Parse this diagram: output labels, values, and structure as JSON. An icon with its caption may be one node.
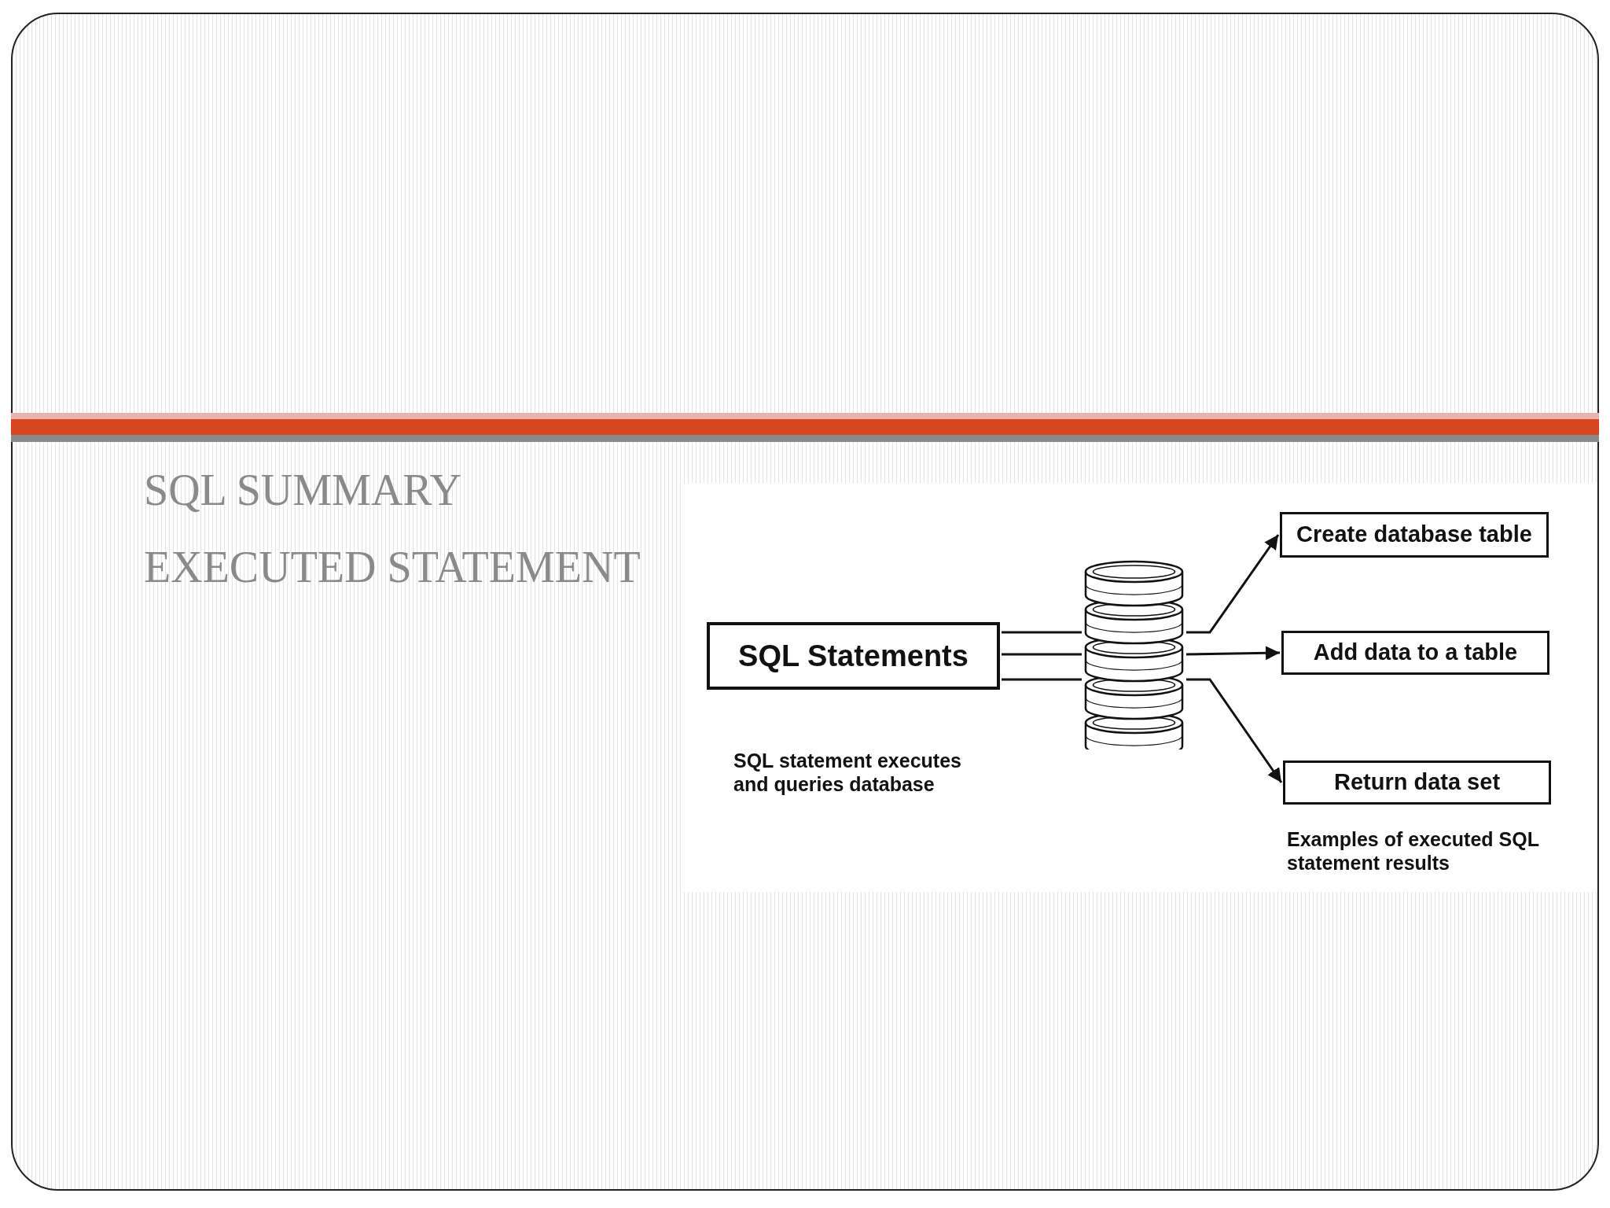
{
  "diagram": {
    "title": "SQL SUMMARY",
    "nodes": [
      {
        "text": [
          "SQL Statements"
        ],
        "beside": [
          "SQL statement executes and queries database"
        ]
      },
      {
        "text": [],
        "shape": "cylinder"
      },
      {
        "text": [
          "Create database table"
        ]
      },
      {
        "text": [
          "Add data to a table"
        ]
      },
      {
        "text": [
          "Return data set"
        ]
      }
    ],
    "edges": [
      {
        "from": 0,
        "to": 1,
        "arrow": "none"
      },
      {
        "from": 0,
        "to": 1,
        "arrow": "none"
      },
      {
        "from": 0,
        "to": 1,
        "arrow": "none"
      },
      {
        "from": 1,
        "to": 2,
        "arrow": "to"
      },
      {
        "from": 1,
        "to": 3,
        "arrow": "to"
      },
      {
        "from": 1,
        "to": 4,
        "arrow": "to"
      }
    ],
    "labels": [
      "EXECUTED STATEMENT",
      "Examples of executed SQL statement results"
    ]
  }
}
